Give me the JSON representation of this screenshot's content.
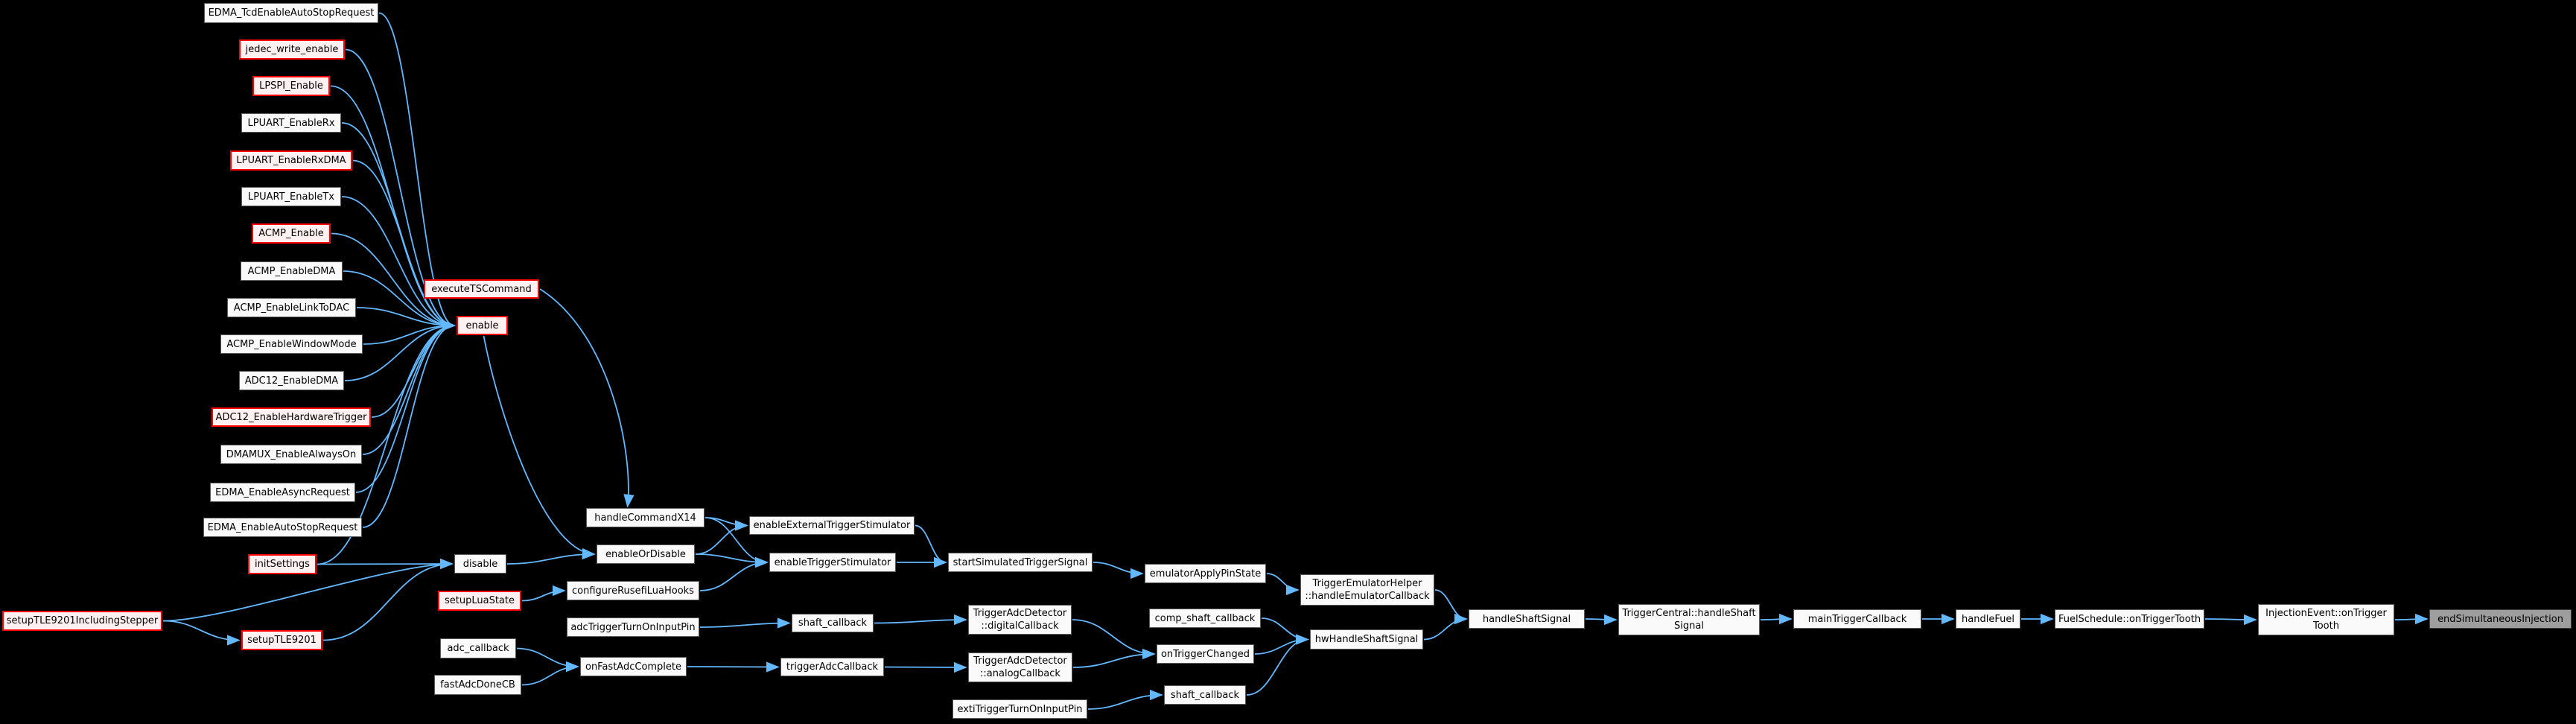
{
  "graph": {
    "kind": "caller-graph",
    "background": "#000000",
    "edge_color": "#63b8ff",
    "styles": {
      "normal": {
        "fill": "#fafafa",
        "border": "#5a5a5a",
        "text": "#000000"
      },
      "red": {
        "fill": "#fff1f1",
        "border": "#ff0000",
        "text": "#000000"
      },
      "current": {
        "fill": "#9e9e9e",
        "border": "#3f3f3f",
        "text": "#000000"
      }
    },
    "highlight_node": "endSimultaneousInjection",
    "nodes": [
      {
        "id": "EDMA_TcdEnableAutoStopRequest",
        "label": "EDMA_TcdEnableAutoStopRequest",
        "style": "normal"
      },
      {
        "id": "jedec_write_enable",
        "label": "jedec_write_enable",
        "style": "red"
      },
      {
        "id": "LPSPI_Enable",
        "label": "LPSPI_Enable",
        "style": "red"
      },
      {
        "id": "LPUART_EnableRx",
        "label": "LPUART_EnableRx",
        "style": "normal"
      },
      {
        "id": "LPUART_EnableRxDMA",
        "label": "LPUART_EnableRxDMA",
        "style": "red"
      },
      {
        "id": "LPUART_EnableTx",
        "label": "LPUART_EnableTx",
        "style": "normal"
      },
      {
        "id": "ACMP_Enable",
        "label": "ACMP_Enable",
        "style": "red"
      },
      {
        "id": "ACMP_EnableDMA",
        "label": "ACMP_EnableDMA",
        "style": "normal"
      },
      {
        "id": "ACMP_EnableLinkToDAC",
        "label": "ACMP_EnableLinkToDAC",
        "style": "normal"
      },
      {
        "id": "ACMP_EnableWindowMode",
        "label": "ACMP_EnableWindowMode",
        "style": "normal"
      },
      {
        "id": "ADC12_EnableDMA",
        "label": "ADC12_EnableDMA",
        "style": "normal"
      },
      {
        "id": "ADC12_EnableHardwareTrigger",
        "label": "ADC12_EnableHardwareTrigger",
        "style": "red"
      },
      {
        "id": "DMAMUX_EnableAlwaysOn",
        "label": "DMAMUX_EnableAlwaysOn",
        "style": "normal"
      },
      {
        "id": "EDMA_EnableAsyncRequest",
        "label": "EDMA_EnableAsyncRequest",
        "style": "normal"
      },
      {
        "id": "EDMA_EnableAutoStopRequest",
        "label": "EDMA_EnableAutoStopRequest",
        "style": "normal"
      },
      {
        "id": "initSettings",
        "label": "initSettings",
        "style": "red"
      },
      {
        "id": "setupTLE9201IncludingStepper",
        "label": "setupTLE9201IncludingStepper",
        "style": "red"
      },
      {
        "id": "setupTLE9201",
        "label": "setupTLE9201",
        "style": "red"
      },
      {
        "id": "executeTSCommand",
        "label": "executeTSCommand",
        "style": "red"
      },
      {
        "id": "enable",
        "label": "enable",
        "style": "red"
      },
      {
        "id": "handleCommandX14",
        "label": "handleCommandX14",
        "style": "normal"
      },
      {
        "id": "enableOrDisable",
        "label": "enableOrDisable",
        "style": "normal"
      },
      {
        "id": "disable",
        "label": "disable",
        "style": "normal"
      },
      {
        "id": "configureRusefiLuaHooks",
        "label": "configureRusefiLuaHooks",
        "style": "normal"
      },
      {
        "id": "setupLuaState",
        "label": "setupLuaState",
        "style": "red"
      },
      {
        "id": "adcTriggerTurnOnInputPin",
        "label": "adcTriggerTurnOnInputPin",
        "style": "normal"
      },
      {
        "id": "adc_callback",
        "label": "adc_callback",
        "style": "normal"
      },
      {
        "id": "onFastAdcComplete",
        "label": "onFastAdcComplete",
        "style": "normal"
      },
      {
        "id": "fastAdcDoneCB",
        "label": "fastAdcDoneCB",
        "style": "normal"
      },
      {
        "id": "enableExternalTriggerStimulator",
        "label": "enableExternalTriggerStimulator",
        "style": "normal"
      },
      {
        "id": "enableTriggerStimulator",
        "label": "enableTriggerStimulator",
        "style": "normal"
      },
      {
        "id": "startSimulatedTriggerSignal",
        "label": "startSimulatedTriggerSignal",
        "style": "normal"
      },
      {
        "id": "shaft_callback_1",
        "label": "shaft_callback",
        "style": "normal"
      },
      {
        "id": "TriggerAdcDetector_digitalCallback",
        "label": "TriggerAdcDetector\n::digitalCallback",
        "style": "normal"
      },
      {
        "id": "triggerAdcCallback",
        "label": "triggerAdcCallback",
        "style": "normal"
      },
      {
        "id": "TriggerAdcDetector_analogCallback",
        "label": "TriggerAdcDetector\n::analogCallback",
        "style": "normal"
      },
      {
        "id": "extiTriggerTurnOnInputPin",
        "label": "extiTriggerTurnOnInputPin",
        "style": "normal"
      },
      {
        "id": "emulatorApplyPinState",
        "label": "emulatorApplyPinState",
        "style": "normal"
      },
      {
        "id": "TriggerEmulatorHelper_handleEmulatorCallback",
        "label": "TriggerEmulatorHelper\n::handleEmulatorCallback",
        "style": "normal"
      },
      {
        "id": "comp_shaft_callback",
        "label": "comp_shaft_callback",
        "style": "normal"
      },
      {
        "id": "onTriggerChanged",
        "label": "onTriggerChanged",
        "style": "normal"
      },
      {
        "id": "shaft_callback_2",
        "label": "shaft_callback",
        "style": "normal"
      },
      {
        "id": "hwHandleShaftSignal",
        "label": "hwHandleShaftSignal",
        "style": "normal"
      },
      {
        "id": "handleShaftSignal",
        "label": "handleShaftSignal",
        "style": "normal"
      },
      {
        "id": "TriggerCentral_handleShaftSignal",
        "label": "TriggerCentral::handleShaft\nSignal",
        "style": "normal"
      },
      {
        "id": "mainTriggerCallback",
        "label": "mainTriggerCallback",
        "style": "normal"
      },
      {
        "id": "handleFuel",
        "label": "handleFuel",
        "style": "normal"
      },
      {
        "id": "FuelSchedule_onTriggerTooth",
        "label": "FuelSchedule::onTriggerTooth",
        "style": "normal"
      },
      {
        "id": "InjectionEvent_onTriggerTooth",
        "label": "InjectionEvent::onTrigger\nTooth",
        "style": "normal"
      },
      {
        "id": "endSimultaneousInjection",
        "label": "endSimultaneousInjection",
        "style": "current"
      }
    ],
    "edges": [
      {
        "from": "EDMA_TcdEnableAutoStopRequest",
        "to": "enable"
      },
      {
        "from": "jedec_write_enable",
        "to": "enable"
      },
      {
        "from": "LPSPI_Enable",
        "to": "enable"
      },
      {
        "from": "LPUART_EnableRx",
        "to": "enable"
      },
      {
        "from": "LPUART_EnableRxDMA",
        "to": "enable"
      },
      {
        "from": "LPUART_EnableTx",
        "to": "enable"
      },
      {
        "from": "ACMP_Enable",
        "to": "enable"
      },
      {
        "from": "ACMP_EnableDMA",
        "to": "enable"
      },
      {
        "from": "ACMP_EnableLinkToDAC",
        "to": "enable"
      },
      {
        "from": "ACMP_EnableWindowMode",
        "to": "enable"
      },
      {
        "from": "ADC12_EnableDMA",
        "to": "enable"
      },
      {
        "from": "ADC12_EnableHardwareTrigger",
        "to": "enable"
      },
      {
        "from": "DMAMUX_EnableAlwaysOn",
        "to": "enable"
      },
      {
        "from": "EDMA_EnableAsyncRequest",
        "to": "enable"
      },
      {
        "from": "EDMA_EnableAutoStopRequest",
        "to": "enable"
      },
      {
        "from": "initSettings",
        "to": "enable"
      },
      {
        "from": "initSettings",
        "to": "disable"
      },
      {
        "from": "setupTLE9201IncludingStepper",
        "to": "disable"
      },
      {
        "from": "setupTLE9201IncludingStepper",
        "to": "setupTLE9201"
      },
      {
        "from": "setupTLE9201",
        "to": "disable"
      },
      {
        "from": "executeTSCommand",
        "to": "handleCommandX14"
      },
      {
        "from": "enable",
        "to": "enableOrDisable"
      },
      {
        "from": "disable",
        "to": "enableOrDisable"
      },
      {
        "from": "handleCommandX14",
        "to": "enableExternalTriggerStimulator"
      },
      {
        "from": "handleCommandX14",
        "to": "enableTriggerStimulator"
      },
      {
        "from": "enableOrDisable",
        "to": "enableExternalTriggerStimulator"
      },
      {
        "from": "enableOrDisable",
        "to": "enableTriggerStimulator"
      },
      {
        "from": "configureRusefiLuaHooks",
        "to": "enableTriggerStimulator"
      },
      {
        "from": "setupLuaState",
        "to": "configureRusefiLuaHooks"
      },
      {
        "from": "enableExternalTriggerStimulator",
        "to": "startSimulatedTriggerSignal"
      },
      {
        "from": "enableTriggerStimulator",
        "to": "startSimulatedTriggerSignal"
      },
      {
        "from": "startSimulatedTriggerSignal",
        "to": "emulatorApplyPinState"
      },
      {
        "from": "emulatorApplyPinState",
        "to": "TriggerEmulatorHelper_handleEmulatorCallback"
      },
      {
        "from": "TriggerEmulatorHelper_handleEmulatorCallback",
        "to": "handleShaftSignal"
      },
      {
        "from": "adcTriggerTurnOnInputPin",
        "to": "shaft_callback_1"
      },
      {
        "from": "shaft_callback_1",
        "to": "TriggerAdcDetector_digitalCallback"
      },
      {
        "from": "TriggerAdcDetector_digitalCallback",
        "to": "onTriggerChanged"
      },
      {
        "from": "adc_callback",
        "to": "onFastAdcComplete"
      },
      {
        "from": "fastAdcDoneCB",
        "to": "onFastAdcComplete"
      },
      {
        "from": "onFastAdcComplete",
        "to": "triggerAdcCallback"
      },
      {
        "from": "triggerAdcCallback",
        "to": "TriggerAdcDetector_analogCallback"
      },
      {
        "from": "TriggerAdcDetector_analogCallback",
        "to": "onTriggerChanged"
      },
      {
        "from": "extiTriggerTurnOnInputPin",
        "to": "shaft_callback_2"
      },
      {
        "from": "comp_shaft_callback",
        "to": "hwHandleShaftSignal"
      },
      {
        "from": "onTriggerChanged",
        "to": "hwHandleShaftSignal"
      },
      {
        "from": "shaft_callback_2",
        "to": "hwHandleShaftSignal"
      },
      {
        "from": "hwHandleShaftSignal",
        "to": "handleShaftSignal"
      },
      {
        "from": "handleShaftSignal",
        "to": "TriggerCentral_handleShaftSignal"
      },
      {
        "from": "TriggerCentral_handleShaftSignal",
        "to": "mainTriggerCallback"
      },
      {
        "from": "mainTriggerCallback",
        "to": "handleFuel"
      },
      {
        "from": "handleFuel",
        "to": "FuelSchedule_onTriggerTooth"
      },
      {
        "from": "FuelSchedule_onTriggerTooth",
        "to": "InjectionEvent_onTriggerTooth"
      },
      {
        "from": "InjectionEvent_onTriggerTooth",
        "to": "endSimultaneousInjection"
      }
    ]
  }
}
